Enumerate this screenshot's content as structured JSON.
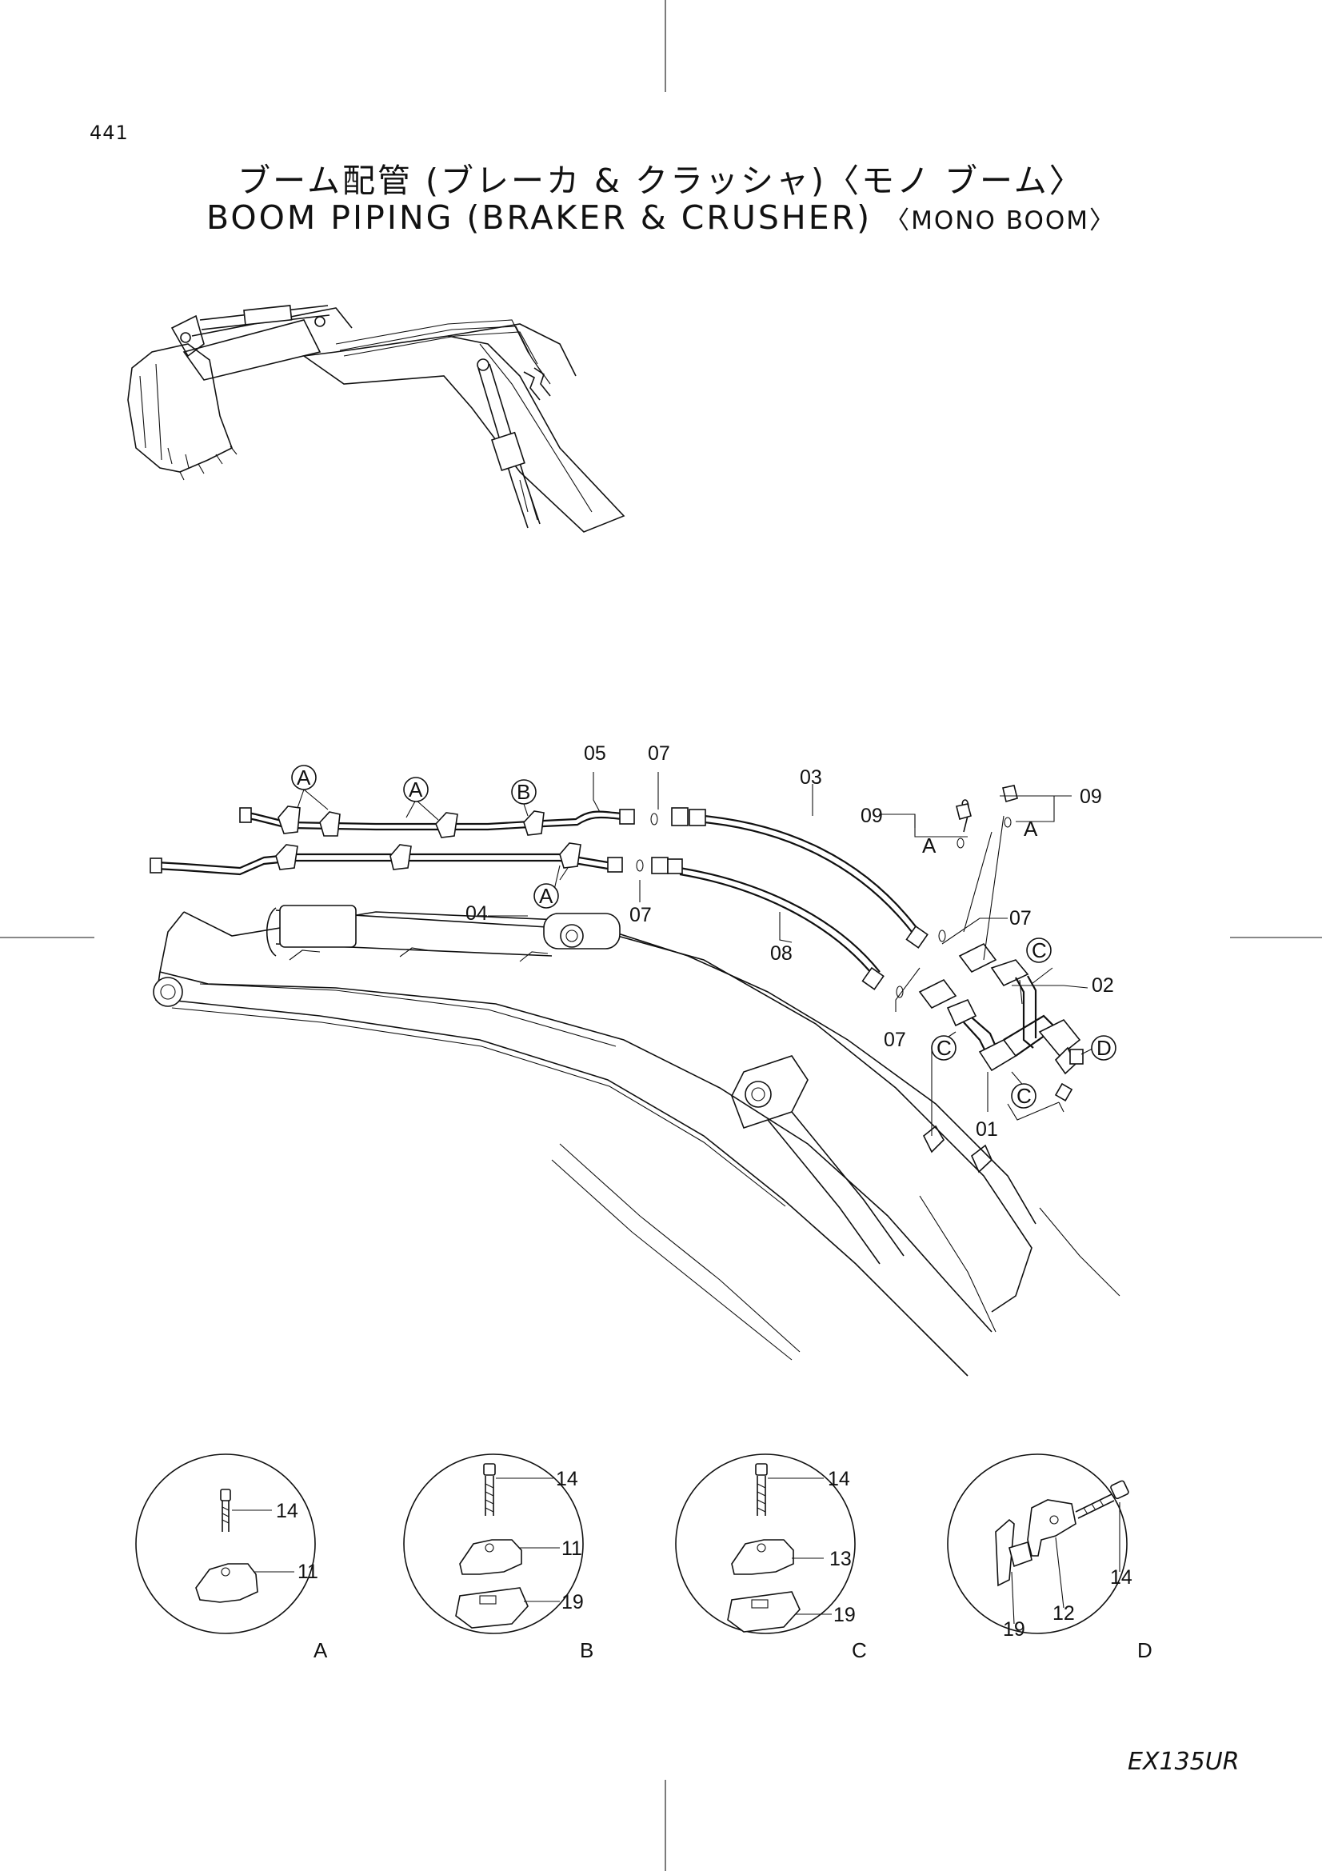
{
  "header": {
    "page_number": "441",
    "title_jp": "ブーム配管  (ブレーカ & クラッシャ)〈モノ ブーム〉",
    "title_en_main": "BOOM  PIPING  (BRAKER & CRUSHER)",
    "title_en_suffix": "〈MONO BOOM〉"
  },
  "footer": {
    "model": "EX135UR"
  },
  "callouts": {
    "p01": "01",
    "p02": "02",
    "p03": "03",
    "p04": "04",
    "p05": "05",
    "p07a": "07",
    "p07b": "07",
    "p07c": "07",
    "p07d": "07",
    "p08": "08",
    "p09a": "09",
    "p09b": "09"
  },
  "detail_refs": {
    "A1": "A",
    "A2": "A",
    "A3": "A",
    "B1": "B",
    "C1": "C",
    "C2": "C",
    "C3": "C",
    "D1": "D",
    "subA1": "A",
    "subA2": "A"
  },
  "details": {
    "A": {
      "label": "A",
      "parts": [
        "14",
        "11"
      ]
    },
    "B": {
      "label": "B",
      "parts": [
        "14",
        "11",
        "19"
      ]
    },
    "C": {
      "label": "C",
      "parts": [
        "14",
        "13",
        "19"
      ]
    },
    "D": {
      "label": "D",
      "parts": [
        "14",
        "12",
        "19"
      ]
    }
  }
}
